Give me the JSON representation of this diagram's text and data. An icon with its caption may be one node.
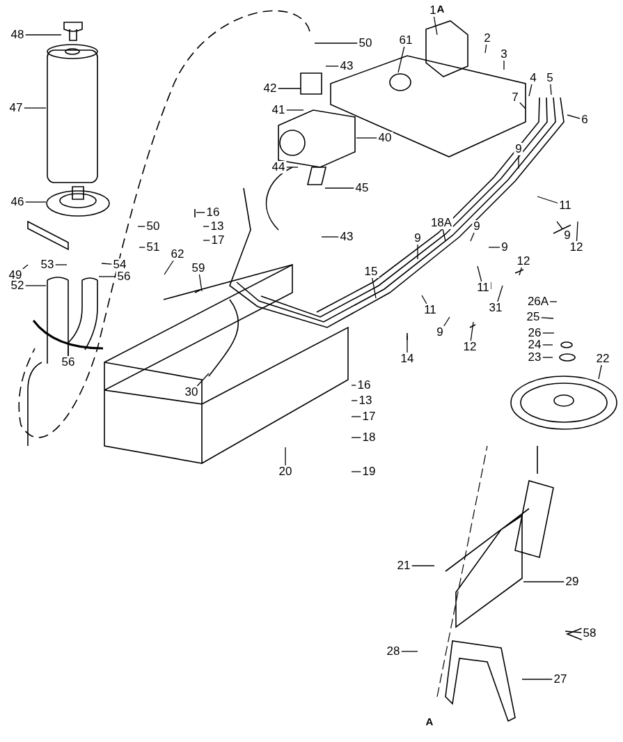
{
  "diagram": {
    "nodes": [
      {
        "text": [
          "1"
        ]
      },
      {
        "text": [
          "2"
        ]
      },
      {
        "text": [
          "3"
        ]
      },
      {
        "text": [
          "48"
        ]
      },
      {
        "text": [
          "50"
        ]
      },
      {
        "text": [
          "61"
        ]
      },
      {
        "text": [
          "43"
        ]
      },
      {
        "text": [
          "4"
        ]
      },
      {
        "text": [
          "5"
        ]
      },
      {
        "text": [
          "42"
        ]
      },
      {
        "text": [
          "7"
        ]
      },
      {
        "text": [
          "41"
        ]
      },
      {
        "text": [
          "6"
        ]
      },
      {
        "text": [
          "47"
        ]
      },
      {
        "text": [
          "40"
        ]
      },
      {
        "text": [
          "9"
        ]
      },
      {
        "text": [
          "44"
        ]
      },
      {
        "text": [
          "45"
        ]
      },
      {
        "text": [
          "46"
        ]
      },
      {
        "text": [
          "11"
        ]
      },
      {
        "text": [
          "16"
        ]
      },
      {
        "text": [
          "13"
        ]
      },
      {
        "text": [
          "50"
        ]
      },
      {
        "text": [
          "18A"
        ]
      },
      {
        "text": [
          "9"
        ]
      },
      {
        "text": [
          "9"
        ]
      },
      {
        "text": [
          "43"
        ]
      },
      {
        "text": [
          "17"
        ]
      },
      {
        "text": [
          "9"
        ]
      },
      {
        "text": [
          "12"
        ]
      },
      {
        "text": [
          "51"
        ]
      },
      {
        "text": [
          "9"
        ]
      },
      {
        "text": [
          "12"
        ]
      },
      {
        "text": [
          "62"
        ]
      },
      {
        "text": [
          "53"
        ]
      },
      {
        "text": [
          "54"
        ]
      },
      {
        "text": [
          "15"
        ]
      },
      {
        "text": [
          "59"
        ]
      },
      {
        "text": [
          "49"
        ]
      },
      {
        "text": [
          "56"
        ]
      },
      {
        "text": [
          "52"
        ]
      },
      {
        "text": [
          "11"
        ]
      },
      {
        "text": [
          "31"
        ]
      },
      {
        "text": [
          "26A"
        ]
      },
      {
        "text": [
          "11"
        ]
      },
      {
        "text": [
          "25"
        ]
      },
      {
        "text": [
          "9"
        ]
      },
      {
        "text": [
          "12"
        ]
      },
      {
        "text": [
          "26"
        ]
      },
      {
        "text": [
          "24"
        ]
      },
      {
        "text": [
          "14"
        ]
      },
      {
        "text": [
          "23"
        ]
      },
      {
        "text": [
          "22"
        ]
      },
      {
        "text": [
          "56"
        ]
      },
      {
        "text": [
          "16"
        ]
      },
      {
        "text": [
          "30"
        ]
      },
      {
        "text": [
          "13"
        ]
      },
      {
        "text": [
          "17"
        ]
      },
      {
        "text": [
          "18"
        ]
      },
      {
        "text": [
          "20"
        ]
      },
      {
        "text": [
          "19"
        ]
      },
      {
        "text": [
          "21"
        ]
      },
      {
        "text": [
          "29"
        ]
      },
      {
        "text": [
          "58"
        ]
      },
      {
        "text": [
          "28"
        ]
      },
      {
        "text": [
          "27"
        ]
      }
    ],
    "edges": [
      {
        "from": 0,
        "to": null,
        "arrow": "none"
      },
      {
        "from": 1,
        "to": null,
        "arrow": "none"
      },
      {
        "from": 2,
        "to": null,
        "arrow": "none"
      },
      {
        "from": 3,
        "to": null,
        "arrow": "none"
      },
      {
        "from": 4,
        "to": null,
        "arrow": "none"
      },
      {
        "from": 5,
        "to": null,
        "arrow": "none"
      },
      {
        "from": 6,
        "to": null,
        "arrow": "none"
      },
      {
        "from": 7,
        "to": null,
        "arrow": "none"
      },
      {
        "from": 8,
        "to": null,
        "arrow": "none"
      },
      {
        "from": 9,
        "to": null,
        "arrow": "none"
      },
      {
        "from": 10,
        "to": null,
        "arrow": "none"
      },
      {
        "from": 11,
        "to": null,
        "arrow": "none"
      },
      {
        "from": 12,
        "to": null,
        "arrow": "none"
      },
      {
        "from": 13,
        "to": null,
        "arrow": "none"
      },
      {
        "from": 14,
        "to": null,
        "arrow": "none"
      },
      {
        "from": 15,
        "to": null,
        "arrow": "none"
      },
      {
        "from": 16,
        "to": null,
        "arrow": "none"
      },
      {
        "from": 17,
        "to": null,
        "arrow": "none"
      },
      {
        "from": 18,
        "to": null,
        "arrow": "none"
      },
      {
        "from": 19,
        "to": null,
        "arrow": "none"
      },
      {
        "from": 20,
        "to": null,
        "arrow": "none"
      },
      {
        "from": 21,
        "to": null,
        "arrow": "none"
      },
      {
        "from": 22,
        "to": null,
        "arrow": "none"
      },
      {
        "from": 23,
        "to": null,
        "arrow": "none"
      },
      {
        "from": 24,
        "to": null,
        "arrow": "none"
      },
      {
        "from": 25,
        "to": null,
        "arrow": "none"
      },
      {
        "from": 26,
        "to": null,
        "arrow": "none"
      },
      {
        "from": 27,
        "to": null,
        "arrow": "none"
      },
      {
        "from": 28,
        "to": null,
        "arrow": "none"
      },
      {
        "from": 29,
        "to": null,
        "arrow": "none"
      },
      {
        "from": 30,
        "to": null,
        "arrow": "none"
      },
      {
        "from": 31,
        "to": null,
        "arrow": "none"
      },
      {
        "from": 32,
        "to": null,
        "arrow": "none"
      },
      {
        "from": 33,
        "to": null,
        "arrow": "none"
      },
      {
        "from": 34,
        "to": null,
        "arrow": "none"
      },
      {
        "from": 35,
        "to": null,
        "arrow": "none"
      },
      {
        "from": 36,
        "to": null,
        "arrow": "none"
      },
      {
        "from": 37,
        "to": null,
        "arrow": "none"
      },
      {
        "from": 38,
        "to": null,
        "arrow": "none"
      },
      {
        "from": 39,
        "to": null,
        "arrow": "none"
      },
      {
        "from": 40,
        "to": null,
        "arrow": "none"
      },
      {
        "from": 41,
        "to": null,
        "arrow": "none"
      },
      {
        "from": 42,
        "to": null,
        "arrow": "none"
      },
      {
        "from": 43,
        "to": null,
        "arrow": "none"
      },
      {
        "from": 44,
        "to": null,
        "arrow": "none"
      },
      {
        "from": 45,
        "to": null,
        "arrow": "none"
      },
      {
        "from": 46,
        "to": null,
        "arrow": "none"
      },
      {
        "from": 47,
        "to": null,
        "arrow": "none"
      },
      {
        "from": 48,
        "to": null,
        "arrow": "none"
      },
      {
        "from": 49,
        "to": null,
        "arrow": "none"
      },
      {
        "from": 50,
        "to": null,
        "arrow": "none"
      },
      {
        "from": 51,
        "to": null,
        "arrow": "none"
      },
      {
        "from": 52,
        "to": null,
        "arrow": "none"
      },
      {
        "from": 53,
        "to": null,
        "arrow": "none"
      },
      {
        "from": 54,
        "to": null,
        "arrow": "none"
      },
      {
        "from": 55,
        "to": null,
        "arrow": "none"
      },
      {
        "from": 56,
        "to": null,
        "arrow": "none"
      },
      {
        "from": 57,
        "to": null,
        "arrow": "none"
      },
      {
        "from": 58,
        "to": null,
        "arrow": "none"
      },
      {
        "from": 59,
        "to": null,
        "arrow": "none"
      },
      {
        "from": 60,
        "to": null,
        "arrow": "none"
      },
      {
        "from": 61,
        "to": null,
        "arrow": "none"
      },
      {
        "from": 62,
        "to": null,
        "arrow": "none"
      },
      {
        "from": 63,
        "to": null,
        "arrow": "none"
      },
      {
        "from": 64,
        "to": null,
        "arrow": "none"
      },
      {
        "from": 65,
        "to": null,
        "arrow": "none"
      }
    ],
    "labels": [
      "A",
      "A"
    ]
  }
}
